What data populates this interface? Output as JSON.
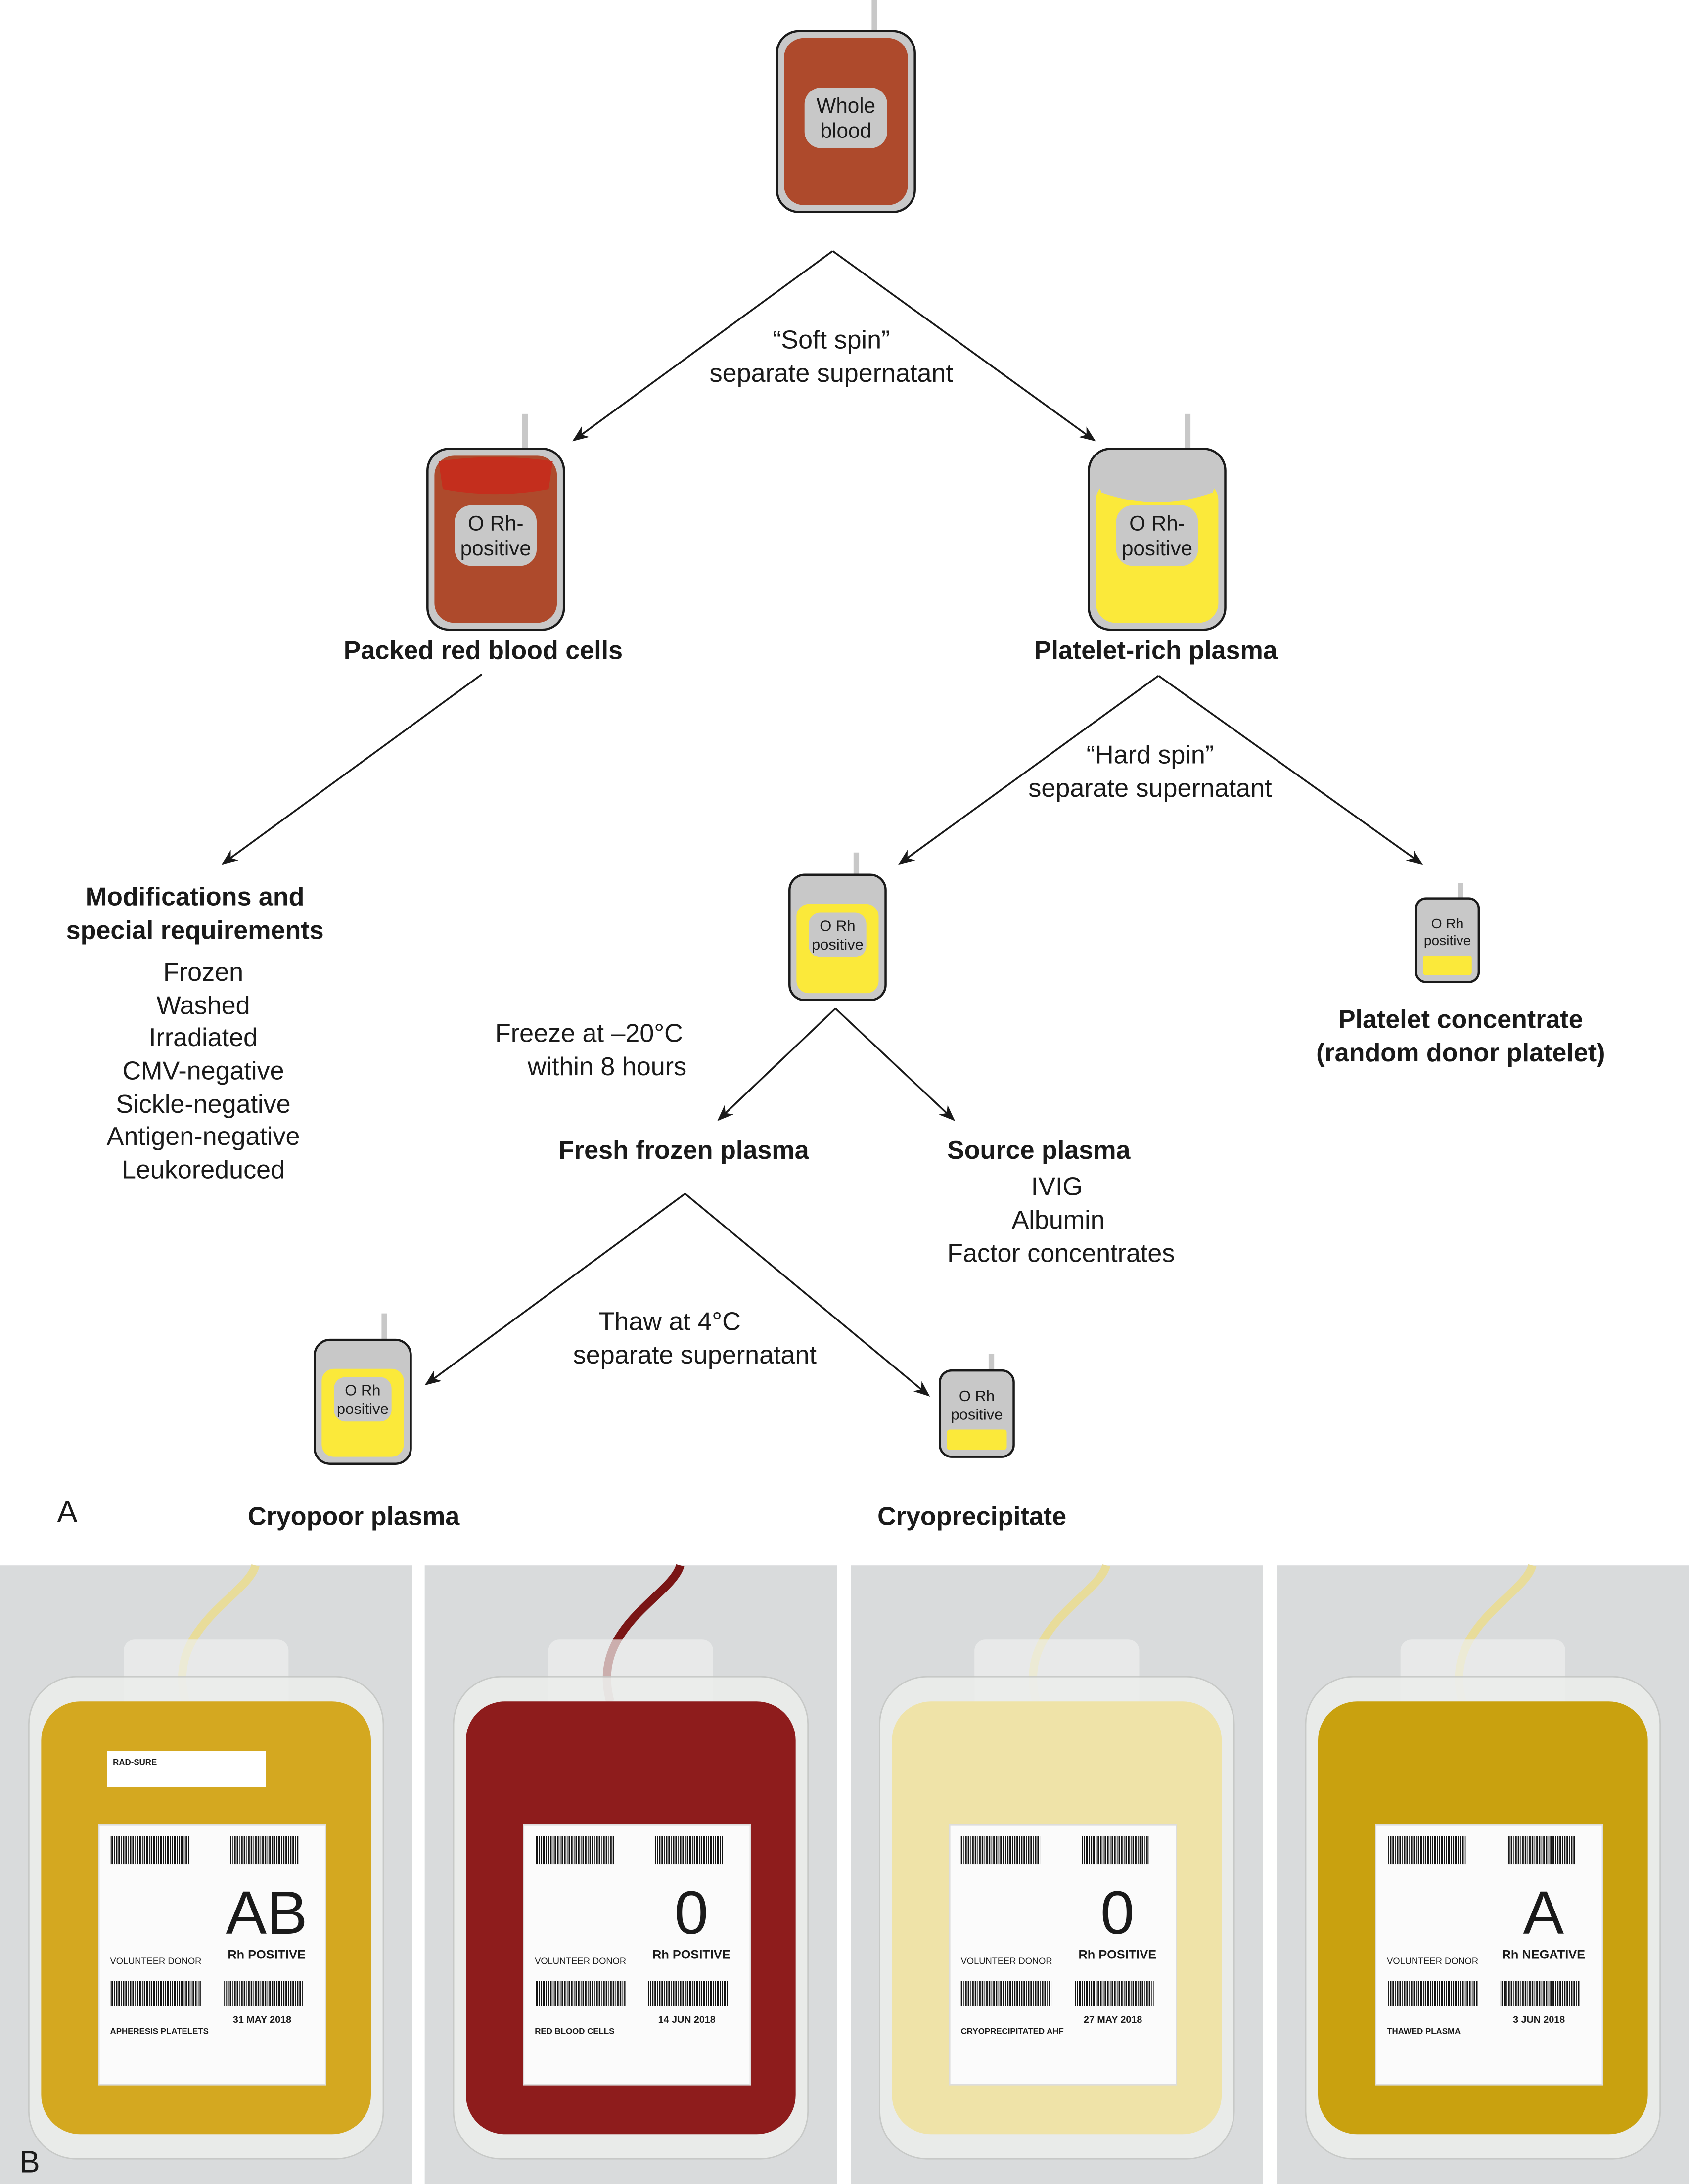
{
  "colors": {
    "whole_blood_red": "#ae4a2c",
    "red_cell_top": "#c42e1d",
    "plasma_yellow": "#fbe93a",
    "bag_gray": "#c8c8c8",
    "photo_background": "#d9dbdc"
  },
  "panel_a": {
    "letter": "A",
    "bags": {
      "whole_blood": [
        "Whole",
        "blood"
      ],
      "packed_rbc": [
        "O Rh-",
        "positive"
      ],
      "platelet_rich_plasma": [
        "O Rh-",
        "positive"
      ],
      "plasma": [
        "O Rh",
        "positive"
      ],
      "platelet_concentrate": [
        "O Rh",
        "positive"
      ],
      "cryopoor": [
        "O Rh",
        "positive"
      ],
      "cryoprecipitate": [
        "O Rh",
        "positive"
      ]
    },
    "steps": {
      "soft_spin": [
        "“Soft spin”",
        "separate supernatant"
      ],
      "hard_spin": [
        "“Hard spin”",
        "separate supernatant"
      ],
      "freeze": [
        "Freeze at –20°C",
        "within 8 hours"
      ],
      "thaw": [
        "Thaw at 4°C",
        "separate supernatant"
      ]
    },
    "products": {
      "packed_rbc": "Packed red blood cells",
      "platelet_rich_plasma": "Platelet-rich plasma",
      "modifications_title": [
        "Modifications and",
        "special requirements"
      ],
      "modifications": [
        "Frozen",
        "Washed",
        "Irradiated",
        "CMV-negative",
        "Sickle-negative",
        "Antigen-negative",
        "Leukoreduced"
      ],
      "platelet_concentrate": [
        "Platelet concentrate",
        "(random donor platelet)"
      ],
      "fresh_frozen_plasma": "Fresh frozen plasma",
      "source_plasma": "Source plasma",
      "source_plasma_items": [
        "IVIG",
        "Albumin",
        "Factor concentrates"
      ],
      "cryopoor_plasma": "Cryopoor plasma",
      "cryoprecipitate": "Cryoprecipitate"
    }
  },
  "panel_b": {
    "letter": "B",
    "photos": [
      {
        "type": "AB",
        "rh": "Rh POSITIVE",
        "product": "APHERESIS PLATELETS",
        "donor": "VOLUNTEER DONOR",
        "date": "31 MAY 2018",
        "tag": "RAD-SURE",
        "fluid": "#d4a820"
      },
      {
        "type": "0",
        "rh": "Rh POSITIVE",
        "product": "RED BLOOD CELLS",
        "donor": "VOLUNTEER DONOR",
        "date": "14 JUN 2018",
        "tag": "",
        "fluid": "#8e1c1c"
      },
      {
        "type": "0",
        "rh": "Rh POSITIVE",
        "product": "CRYOPRECIPITATED AHF",
        "donor": "VOLUNTEER DONOR",
        "date": "27 MAY 2018",
        "tag": "",
        "fluid": "#efe3a8"
      },
      {
        "type": "A",
        "rh": "Rh NEGATIVE",
        "product": "THAWED PLASMA",
        "donor": "VOLUNTEER DONOR",
        "date": "3 JUN 2018",
        "tag": "",
        "fluid": "#c9a10f"
      }
    ]
  }
}
